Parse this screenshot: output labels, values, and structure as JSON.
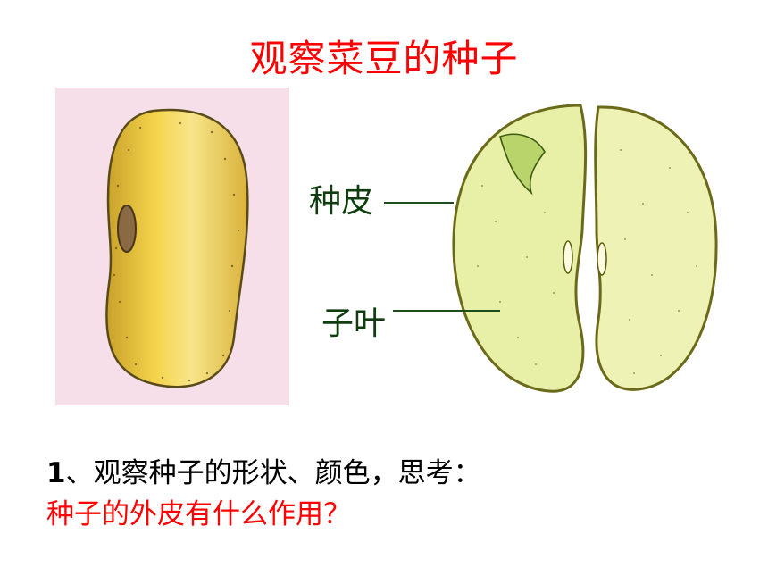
{
  "title": "观察菜豆的种子",
  "labels": {
    "seed_coat": "种皮",
    "cotyledon": "子叶"
  },
  "question": {
    "number": "1",
    "text": "、观察种子的形状、颜色，思考：",
    "subquestion": "种子的外皮有什么作用？"
  },
  "colors": {
    "title": "#ff0000",
    "label": "#103d10",
    "seed_yellow": "#f2d04a",
    "cotyledon_green": "#e8f0a8",
    "panel_pink": "#f6dfe9"
  }
}
